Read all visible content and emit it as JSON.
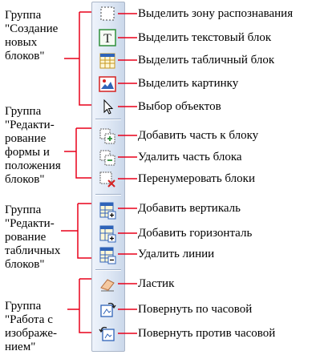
{
  "groups": [
    {
      "lines": [
        "Группа",
        "\"Создание",
        "новых",
        "блоков\""
      ]
    },
    {
      "lines": [
        "Группа",
        "\"Редакти-",
        "рование",
        "формы и",
        "положения",
        "блоков\""
      ]
    },
    {
      "lines": [
        "Группа",
        "\"Редакти-",
        "рование",
        "табличных",
        "блоков\""
      ]
    },
    {
      "lines": [
        "Группа",
        "\"Работа с",
        "изображе-",
        "нием\""
      ]
    }
  ],
  "tools": [
    {
      "label": "Выделить зону распознавания",
      "icon": "select-zone-icon"
    },
    {
      "label": "Выделить текстовый блок",
      "icon": "text-block-icon"
    },
    {
      "label": "Выделить табличный блок",
      "icon": "table-block-icon"
    },
    {
      "label": "Выделить картинку",
      "icon": "picture-block-icon"
    },
    {
      "label": "Выбор объектов",
      "icon": "pointer-arrow-icon"
    },
    {
      "label": "Добавить часть к блоку",
      "icon": "add-block-part-icon"
    },
    {
      "label": "Удалить часть блока",
      "icon": "remove-block-part-icon"
    },
    {
      "label": "Перенумеровать блоки",
      "icon": "renumber-blocks-icon"
    },
    {
      "label": "Добавить вертикаль",
      "icon": "add-vertical-icon"
    },
    {
      "label": "Добавить горизонталь",
      "icon": "add-horizontal-icon"
    },
    {
      "label": "Удалить линии",
      "icon": "delete-lines-icon"
    },
    {
      "label": "Ластик",
      "icon": "eraser-icon"
    },
    {
      "label": "Повернуть по часовой",
      "icon": "rotate-clockwise-icon"
    },
    {
      "label": "Повернуть против часовой",
      "icon": "rotate-counterclockwise-icon"
    }
  ],
  "colors": {
    "connector": "#e8001a",
    "toolbar": "#dfe8f5",
    "accent_green": "#2f8f3a",
    "accent_red": "#d42020",
    "accent_blue": "#2f63b8"
  }
}
